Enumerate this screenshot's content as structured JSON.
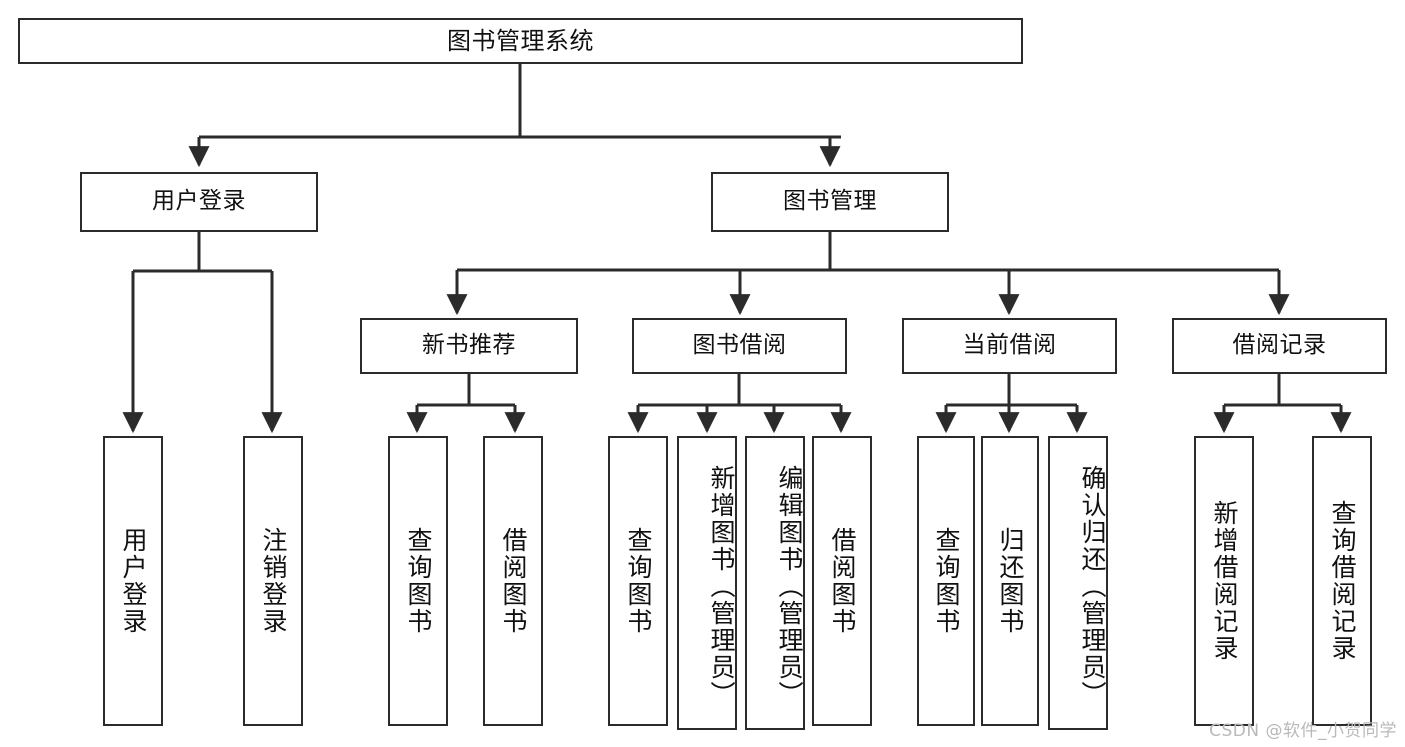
{
  "diagram": {
    "title": "图书管理系统",
    "type": "tree-hierarchy-chart",
    "watermark": "CSDN @软件_小贺同学",
    "colors": {
      "stroke": "#2b2b2b",
      "fill": "#ffffff",
      "text": "#111111",
      "watermark": "#b9b9b9"
    },
    "levels": {
      "root": {
        "label": "图书管理系统"
      },
      "level2": [
        {
          "label": "用户登录"
        },
        {
          "label": "图书管理"
        }
      ],
      "level3": [
        {
          "label": "新书推荐"
        },
        {
          "label": "图书借阅"
        },
        {
          "label": "当前借阅"
        },
        {
          "label": "借阅记录"
        }
      ],
      "leaves_user_login": [
        {
          "label": "用户登录"
        },
        {
          "label": "注销登录"
        }
      ],
      "leaves_new_book": [
        {
          "label": "查询图书"
        },
        {
          "label": "借阅图书"
        }
      ],
      "leaves_borrow": [
        {
          "label": "查询图书"
        },
        {
          "label": "新增图书（管理员）"
        },
        {
          "label": "编辑图书（管理员）"
        },
        {
          "label": "借阅图书"
        }
      ],
      "leaves_current": [
        {
          "label": "查询图书"
        },
        {
          "label": "归还图书"
        },
        {
          "label": "确认归还（管理员）"
        }
      ],
      "leaves_record": [
        {
          "label": "新增借阅记录"
        },
        {
          "label": "查询借阅记录"
        }
      ]
    }
  }
}
